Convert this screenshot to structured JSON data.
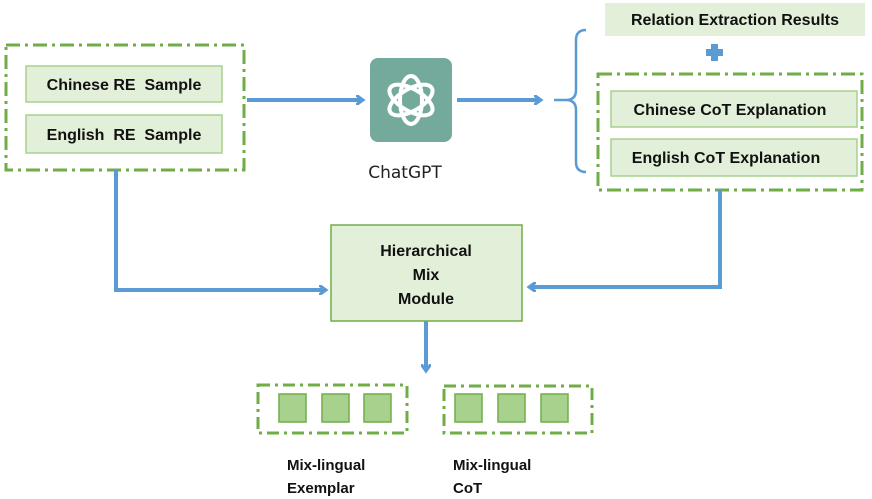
{
  "inputs": {
    "chinese_sample": "Chinese RE  Sample",
    "english_sample": "English  RE  Sample"
  },
  "llm": {
    "label": "ChatGPT",
    "logo_icon": "openai-knot-icon"
  },
  "outputs": {
    "results": "Relation Extraction Results",
    "plus_icon": "plus-icon",
    "chinese_cot": "Chinese CoT Explanation",
    "english_cot": "English CoT Explanation"
  },
  "module": {
    "line1": "Hierarchical",
    "line2": "Mix",
    "line3": "Module"
  },
  "exemplars": {
    "exemplar_line1": "Mix-lingual",
    "exemplar_line2": "Exemplar",
    "cot_line1": "Mix-lingual",
    "cot_line2": "CoT"
  },
  "colors": {
    "box_fill": "#e2efd9",
    "box_border": "#a9d18e",
    "dash_border": "#70ad47",
    "arrow": "#5b9bd5",
    "logo_bg": "#74aa9c",
    "token_fill": "#a9d18e"
  }
}
